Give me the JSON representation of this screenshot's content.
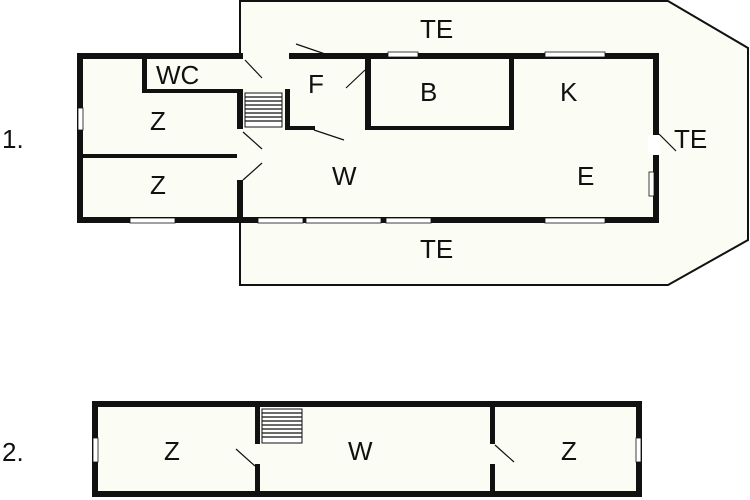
{
  "floors": [
    {
      "number": "1.",
      "rooms": {
        "wc": "WC",
        "f": "F",
        "b": "B",
        "k": "K",
        "z_top": "Z",
        "z_bottom": "Z",
        "w": "W",
        "e": "E"
      },
      "terraces": {
        "top": "TE",
        "right": "TE",
        "bottom": "TE"
      }
    },
    {
      "number": "2.",
      "rooms": {
        "z_left": "Z",
        "w": "W",
        "z_right": "Z"
      }
    }
  ]
}
